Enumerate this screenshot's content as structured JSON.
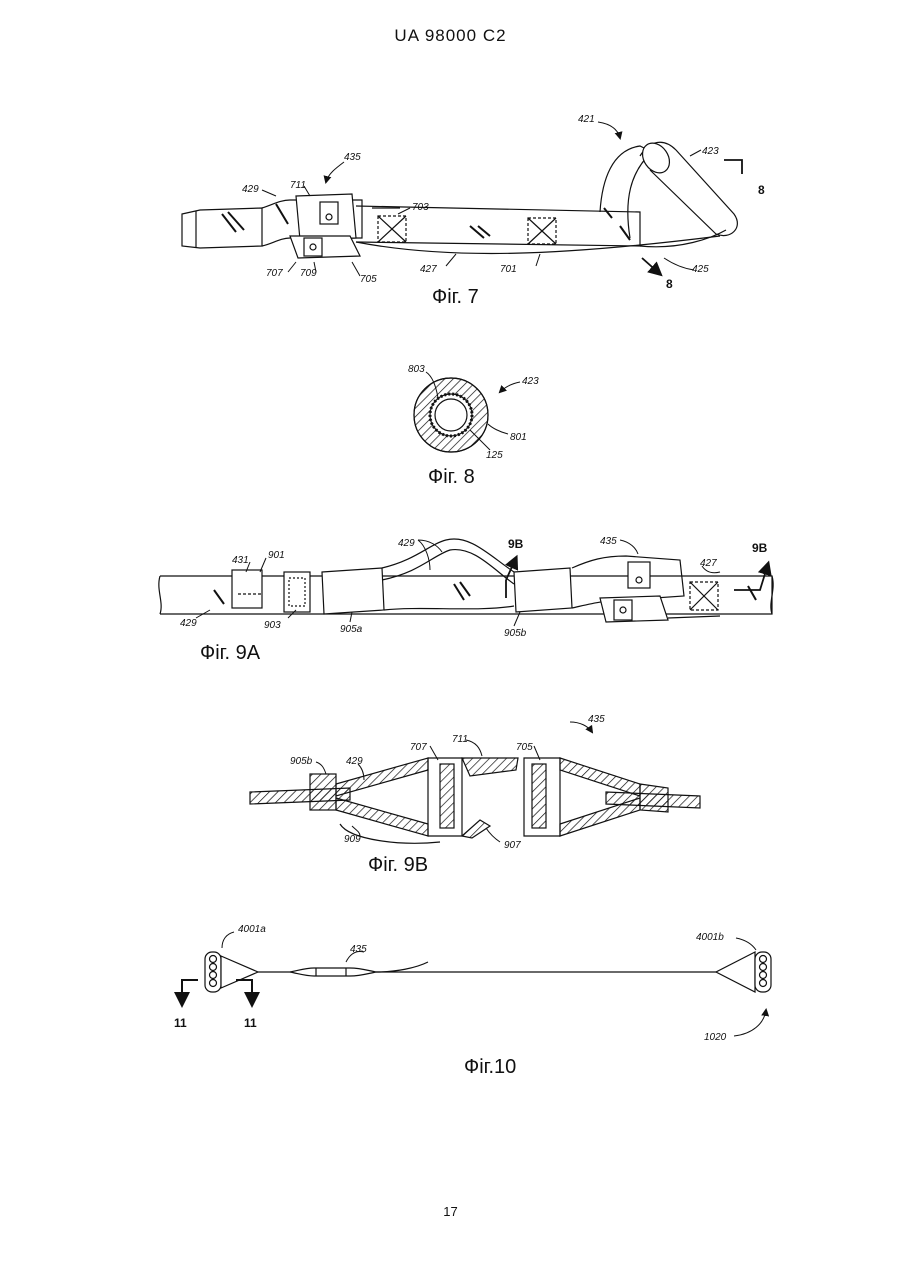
{
  "header": "UA   98000   C2",
  "page_number": "17",
  "figures": {
    "fig7": {
      "caption": "Фіг. 7",
      "labels": [
        "421",
        "423",
        "8",
        "425",
        "8",
        "435",
        "429",
        "711",
        "703",
        "707",
        "709",
        "705",
        "427",
        "701"
      ]
    },
    "fig8": {
      "caption": "Фіг. 8",
      "labels": [
        "803",
        "423",
        "801",
        "125"
      ]
    },
    "fig9a": {
      "caption": "Фіг. 9А",
      "labels": [
        "429",
        "9В",
        "435",
        "9В",
        "431",
        "901",
        "427",
        "429",
        "903",
        "905a",
        "905b"
      ]
    },
    "fig9b": {
      "caption": "Фіг. 9В",
      "labels": [
        "435",
        "711",
        "707",
        "705",
        "905b",
        "429",
        "909",
        "907"
      ]
    },
    "fig10": {
      "caption": "Фіг.10",
      "labels": [
        "4001a",
        "435",
        "4001b",
        "11",
        "11",
        "1020"
      ]
    }
  }
}
